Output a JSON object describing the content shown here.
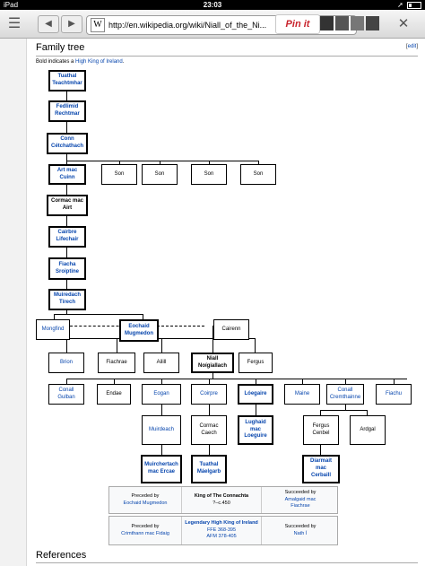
{
  "status": {
    "device": "iPad",
    "time": "23:03"
  },
  "browser": {
    "back": "◀",
    "forward": "▶",
    "url": "http://en.wikipedia.org/wiki/Niall_of_the_Ni...",
    "pinit": "Pin it",
    "close": "✕"
  },
  "section": {
    "title": "Family tree",
    "edit_open": "[",
    "edit_label": "edit",
    "edit_close": "]"
  },
  "note": {
    "prefix": "Bold indicates a ",
    "link": "High King of Ireland",
    "suffix": "."
  },
  "tree": {
    "tuathal": "Tuathal\nTeachtmhar",
    "fedlimid": "Fedlimid\nRechtmar",
    "conn": "Conn\nCétchathach",
    "art": "Art mac\nCuinn",
    "son": "Son",
    "cormac_airt": "Cormac mac\nAirt",
    "cairbre": "Cairbre\nLifechair",
    "fiacha": "Fiacha\nSroiptine",
    "muiredach": "Muiredach\nTírech",
    "mongfind": "Mongfind",
    "eochaid": "Eochaid\nMugmedon",
    "cairenn": "Cairenn",
    "brion": "Brion",
    "fiachrae": "Fiachrae",
    "ailill": "Ailill",
    "niall": "Niall\nNoígiallach",
    "fergus": "Fergus",
    "conall_gulban": "Conall\nGulban",
    "endae": "Endae",
    "eogan": "Eogan",
    "coirpre": "Coirpre",
    "loegaire": "Lóegaire",
    "maine": "Maine",
    "conall_cremthainne": "Conall\nCremthainne",
    "fiachu": "Fiachu",
    "muiredach2": "Muirdeach",
    "cormac_caech": "Cormac\nCaech",
    "lughaid": "Lughaid\nmac\nLoeguire",
    "fergus_cerbel": "Fergus\nCenbel",
    "ardgal": "Ardgal",
    "muirchertach": "Muirchertach\nmac Ercae",
    "tuathal_maelgarb": "Tuathal\nMáelgarb",
    "diarmait": "Diarmait\nmac\nCerbaill"
  },
  "succession": [
    {
      "preceded_label": "Preceded by",
      "preceded": "Eochaid Mugmedon",
      "title": "King of The Connachta",
      "dates": "?–c.450",
      "succeeded_label": "Succeeded by",
      "succeeded": "Amalgaid mac\nFiachrae"
    },
    {
      "preceded_label": "Preceded by",
      "preceded": "Crimthann mac Fidaig",
      "title": "Legendary High King of Ireland",
      "dates_ffe": "FFE 368-395",
      "dates_afm": "AFM 378-405",
      "succeeded_label": "Succeeded by",
      "succeeded": "Nath Í"
    }
  ],
  "references": {
    "title": "References"
  }
}
